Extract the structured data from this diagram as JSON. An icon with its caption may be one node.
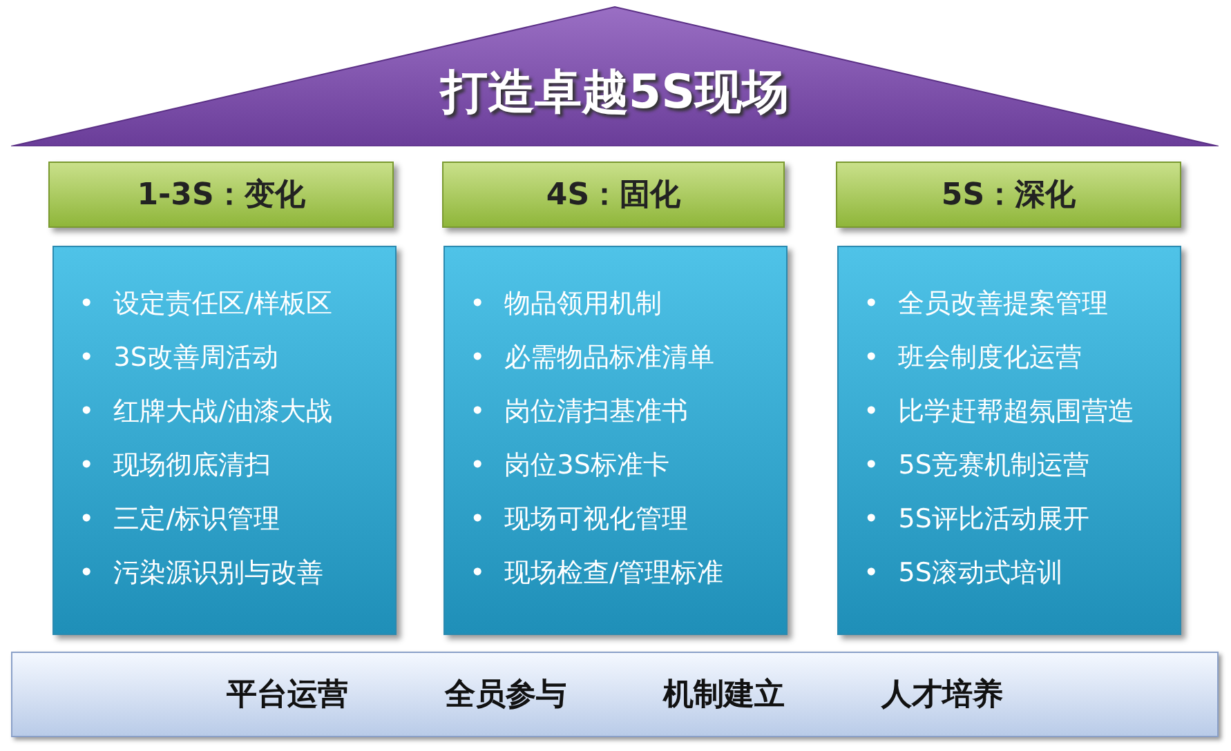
{
  "diagram": {
    "nodes": [
      {
        "text": [
          "打造卓越5S现场"
        ]
      },
      {
        "text": [
          "1-3S：变化"
        ]
      },
      {
        "text": [
          "4S：固化"
        ]
      },
      {
        "text": [
          "5S：深化"
        ]
      },
      {
        "text": [
          "• 设定责任区/样板区",
          "• 3S改善周活动",
          "• 红牌大战/油漆大战",
          "• 现场彻底清扫",
          "• 三定/标识管理",
          "• 污染源识别与改善"
        ]
      },
      {
        "text": [
          "• 物品领用机制",
          "• 必需物品标准清单",
          "• 岗位清扫基准书",
          "• 岗位3S标准卡",
          "• 现场可视化管理",
          "• 现场检查/管理标准"
        ]
      },
      {
        "text": [
          "• 全员改善提案管理",
          "• 班会制度化运营",
          "• 比学赶帮超氛围营造",
          "• 5S竞赛机制运营",
          "• 5S评比活动展开",
          "• 5S滚动式培训"
        ]
      },
      {
        "text": [
          "平台运营",
          "全员参与",
          "机制建立",
          "人才培养"
        ]
      }
    ],
    "edges": []
  }
}
